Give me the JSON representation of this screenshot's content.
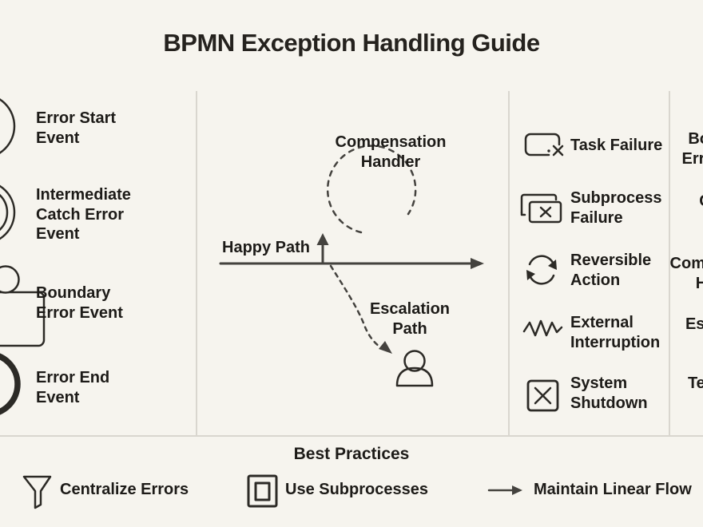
{
  "title": "BPMN Exception Handling Guide",
  "colors": {
    "background": "#f6f4ee",
    "ink": "#1d1b18",
    "line": "#403e3a",
    "divider": "#d9d6cf"
  },
  "legend": {
    "items": [
      {
        "icon": "error-start-event-icon",
        "label": "Error Start\nEvent"
      },
      {
        "icon": "intermediate-catch-error-event-icon",
        "label": "Intermediate\nCatch Error\nEvent"
      },
      {
        "icon": "boundary-error-event-icon",
        "label": "Boundary\nError Event"
      },
      {
        "icon": "error-end-event-icon",
        "label": "Error End\nEvent"
      }
    ]
  },
  "diagram": {
    "compensation_label": "Compensation\nHandler",
    "happy_path_label": "Happy Path",
    "escalation_label": "Escalation\nPath",
    "escalation_target_icon": "person-icon"
  },
  "failures": {
    "items": [
      {
        "icon": "task-failure-icon",
        "label": "Task Failure"
      },
      {
        "icon": "subprocess-failure-icon",
        "label": "Subprocess\nFailure"
      },
      {
        "icon": "reversible-action-icon",
        "label": "Reversible\nAction"
      },
      {
        "icon": "external-interruption-icon",
        "label": "External\nInterruption"
      },
      {
        "icon": "system-shutdown-icon",
        "label": "System\nShutdown"
      }
    ]
  },
  "responses": {
    "items": [
      {
        "label": "Boundary\nError Event"
      },
      {
        "label": "Cancel\nEvent"
      },
      {
        "label": "Compensation\nHandler"
      },
      {
        "label": "Escalation\nEvent"
      },
      {
        "label": "Terminate\nEvent"
      }
    ]
  },
  "best_practices": {
    "heading": "Best Practices",
    "items": [
      {
        "icon": "funnel-icon",
        "label": "Centralize Errors"
      },
      {
        "icon": "subprocess-box-icon",
        "label": "Use Subprocesses"
      },
      {
        "icon": "right-arrow-icon",
        "label": "Maintain Linear Flow"
      }
    ]
  }
}
